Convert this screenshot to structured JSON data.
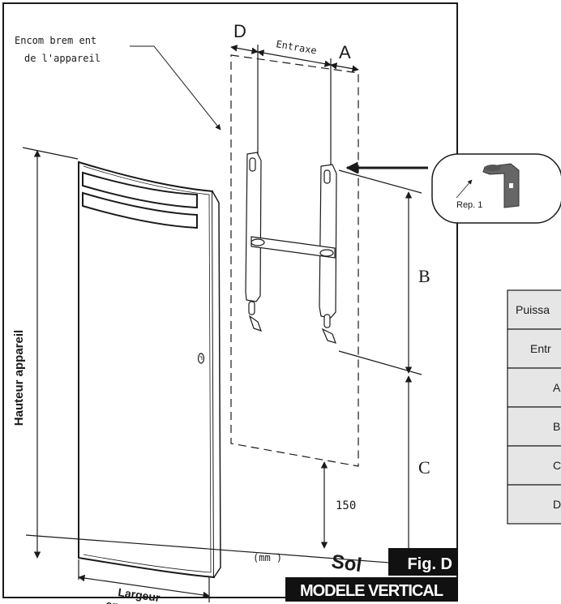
{
  "callout": {
    "encombrement_line1": "Encom brem ent",
    "encombrement_line2": "de l'appareil",
    "entraxe": "Entraxe",
    "rep": "Rep. 1"
  },
  "dimensions": {
    "D": "D",
    "A": "A",
    "B": "B",
    "C": "C",
    "floor_gap": "150"
  },
  "labels": {
    "hauteur": "Hauteur appareil",
    "largeur_line1": "Largeur",
    "largeur_line2": "appareil",
    "sol": "Sol",
    "unit": "(mm )"
  },
  "badges": {
    "fig": "Fig. D",
    "model": "MODELE VERTICAL"
  },
  "table": {
    "rows": [
      "Puissa",
      "Entr",
      "A",
      "B",
      "C",
      "D"
    ]
  },
  "colors": {
    "ink": "#1a1a1a",
    "table_fill": "#e6e6e6",
    "badge_bg": "#111111",
    "badge_text": "#ffffff"
  }
}
